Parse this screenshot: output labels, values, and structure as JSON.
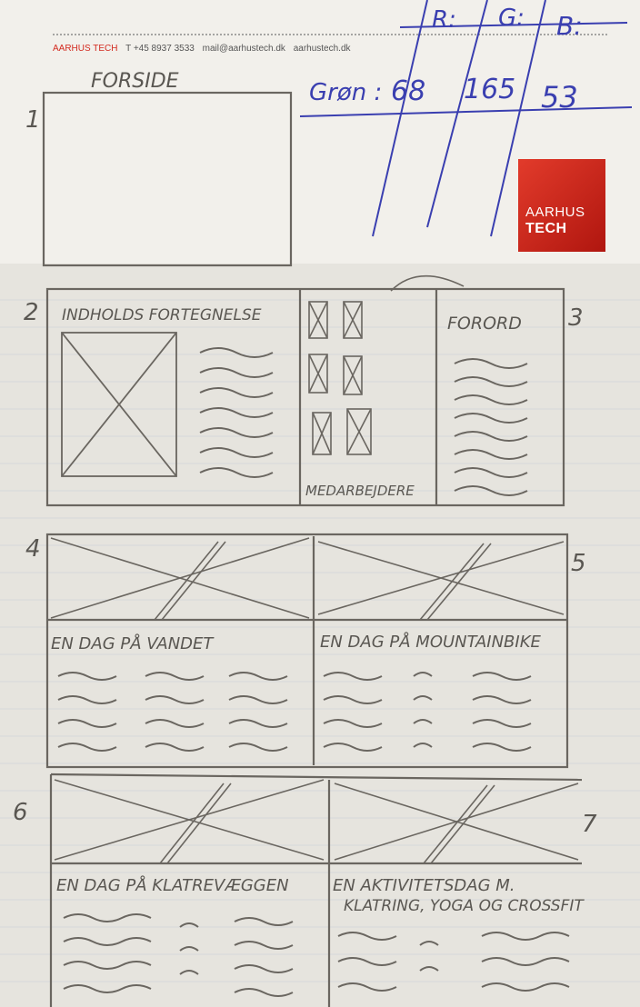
{
  "letterhead": {
    "brand": "AARHUS TECH",
    "phone": "T +45 8937 3533",
    "mail": "mail@aarhustech.dk",
    "web": "aarhustech.dk"
  },
  "logo": {
    "line1": "AARHUS",
    "line2": "TECH"
  },
  "tally": {
    "headers": [
      "R:",
      "G:",
      "B:"
    ],
    "row_label": "Grøn :",
    "values": [
      "68",
      "165",
      "53"
    ]
  },
  "page_numbers": [
    "1",
    "2",
    "3",
    "4",
    "5",
    "6",
    "7"
  ],
  "labels": {
    "forside": "FORSIDE",
    "indholds": "INDHOLDS FORTEGNELSE",
    "medarbejdere": "MEDARBEJDERE",
    "forord": "FORORD",
    "vandet": "EN DAG PÅ VANDET",
    "mountainbike": "EN DAG PÅ MOUNTAINBIKE",
    "klatrevaeggen": "EN DAG PÅ KLATREVÆGGEN",
    "aktivitet_line1": "EN AKTIVITETSDAG M.",
    "aktivitet_line2": "KLATRING, YOGA OG CROSSFIT"
  },
  "colors": {
    "paper": "#e9e7e1",
    "paper_top": "#f3f1ec",
    "pencil": "#5a5752",
    "ink": "#3a3fb0",
    "brand_red": "#d32a1f"
  }
}
